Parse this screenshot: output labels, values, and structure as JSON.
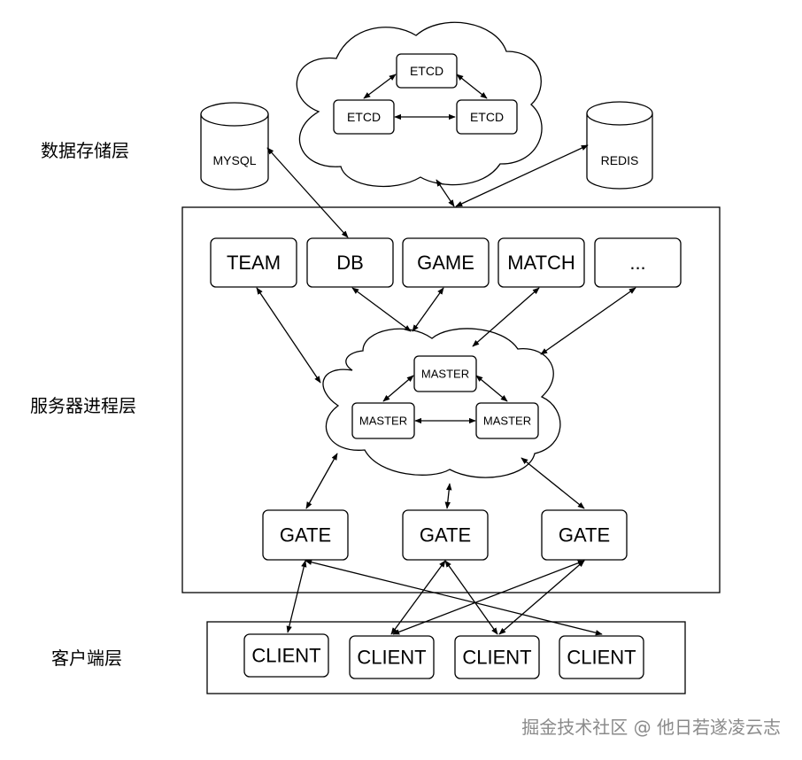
{
  "layers": {
    "storage": "数据存储层",
    "server": "服务器进程层",
    "client": "客户端层"
  },
  "storage": {
    "etcd": [
      "ETCD",
      "ETCD",
      "ETCD"
    ],
    "mysql": "MYSQL",
    "redis": "REDIS"
  },
  "services": [
    "TEAM",
    "DB",
    "GAME",
    "MATCH",
    "..."
  ],
  "masters": [
    "MASTER",
    "MASTER",
    "MASTER"
  ],
  "gates": [
    "GATE",
    "GATE",
    "GATE"
  ],
  "clients": [
    "CLIENT",
    "CLIENT",
    "CLIENT",
    "CLIENT"
  ],
  "watermark": "掘金技术社区 @ 他日若遂凌云志"
}
